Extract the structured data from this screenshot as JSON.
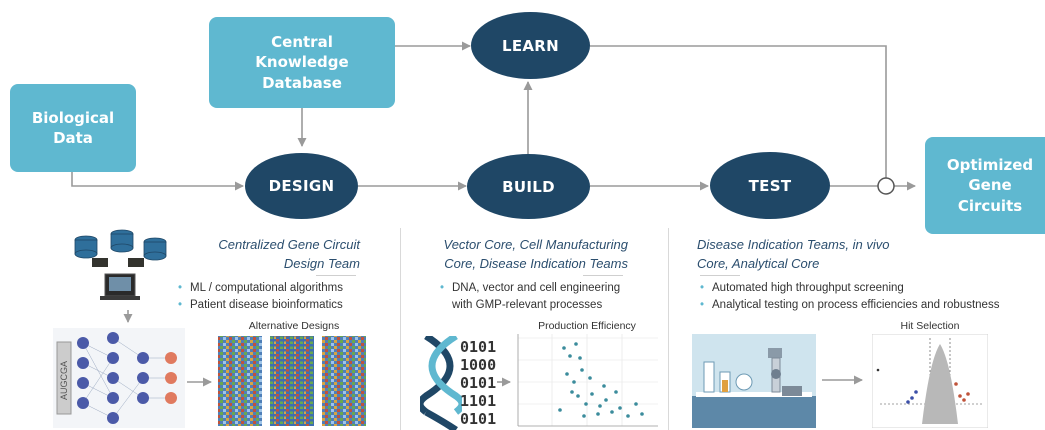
{
  "boxes": {
    "central": "Central Knowledge Database",
    "biological": "Biological Data",
    "optimized": "Optimized Gene Circuits"
  },
  "stages": {
    "learn": "LEARN",
    "design": "DESIGN",
    "build": "BUILD",
    "test": "TEST"
  },
  "design_section": {
    "team": "Centralized Gene Circuit Design Team",
    "bullets": [
      "ML / computational algorithms",
      "Patient disease bioinformatics"
    ],
    "caption": "Alternative Designs",
    "network_label": "AUGCGA"
  },
  "build_section": {
    "team": "Vector Core, Cell Manufacturing Core, Disease Indication Teams",
    "bullets": [
      "DNA, vector and cell engineering with GMP-relevant processes"
    ],
    "caption": "Production Efficiency",
    "binary": [
      "0101",
      "1000",
      "0101",
      "1101",
      "0101"
    ]
  },
  "test_section": {
    "team": "Disease Indication Teams, in vivo Core, Analytical Core",
    "bullets": [
      "Automated high throughput screening",
      "Analytical testing on process efficiencies and robustness"
    ],
    "caption": "Hit Selection"
  },
  "colors": {
    "box": "#5fb8d0",
    "stage": "#1f4766",
    "line": "#9a9a9a"
  }
}
